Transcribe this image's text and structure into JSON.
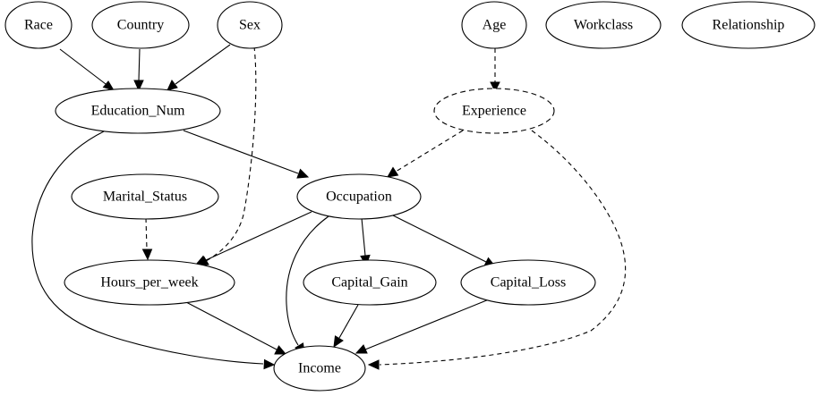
{
  "nodes": {
    "race": "Race",
    "country": "Country",
    "sex": "Sex",
    "age": "Age",
    "workclass": "Workclass",
    "relationship": "Relationship",
    "education_num": "Education_Num",
    "experience": "Experience",
    "marital_status": "Marital_Status",
    "occupation": "Occupation",
    "hours_per_week": "Hours_per_week",
    "capital_gain": "Capital_Gain",
    "capital_loss": "Capital_Loss",
    "income": "Income"
  },
  "edges": [
    {
      "from": "race",
      "to": "education_num",
      "style": "solid"
    },
    {
      "from": "country",
      "to": "education_num",
      "style": "solid"
    },
    {
      "from": "sex",
      "to": "education_num",
      "style": "solid"
    },
    {
      "from": "sex",
      "to": "hours_per_week",
      "style": "dashed"
    },
    {
      "from": "age",
      "to": "experience",
      "style": "dashed"
    },
    {
      "from": "experience",
      "to": "occupation",
      "style": "dashed"
    },
    {
      "from": "experience",
      "to": "income",
      "style": "dashed"
    },
    {
      "from": "education_num",
      "to": "occupation",
      "style": "solid"
    },
    {
      "from": "education_num",
      "to": "income",
      "style": "solid"
    },
    {
      "from": "marital_status",
      "to": "hours_per_week",
      "style": "dashed"
    },
    {
      "from": "occupation",
      "to": "hours_per_week",
      "style": "solid"
    },
    {
      "from": "occupation",
      "to": "capital_gain",
      "style": "solid"
    },
    {
      "from": "occupation",
      "to": "capital_loss",
      "style": "solid"
    },
    {
      "from": "occupation",
      "to": "income",
      "style": "solid"
    },
    {
      "from": "hours_per_week",
      "to": "income",
      "style": "solid"
    },
    {
      "from": "capital_gain",
      "to": "income",
      "style": "solid"
    },
    {
      "from": "capital_loss",
      "to": "income",
      "style": "solid"
    }
  ]
}
